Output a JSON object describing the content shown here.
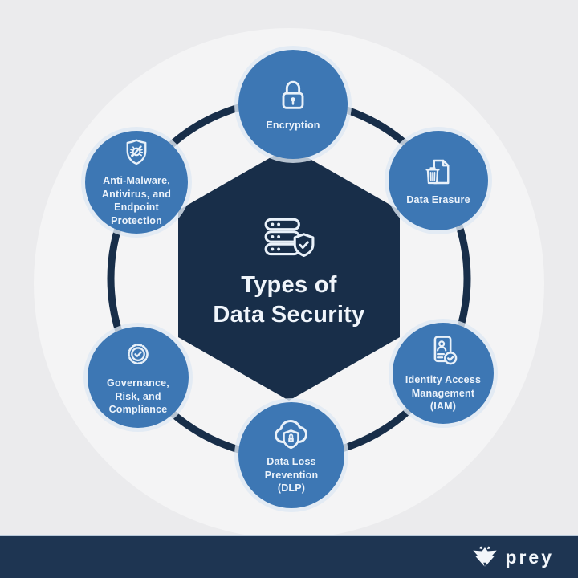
{
  "title": {
    "line1": "Types of",
    "line2": "Data Security"
  },
  "center_icon": "database-shield-icon",
  "nodes": [
    {
      "id": "encryption",
      "label": "Encryption",
      "icon": "padlock-icon"
    },
    {
      "id": "data-erasure",
      "label": "Data Erasure",
      "icon": "file-trash-icon"
    },
    {
      "id": "identity-access-management",
      "label": "Identity Access\nManagement\n(IAM)",
      "icon": "id-card-check-icon"
    },
    {
      "id": "data-loss-prevention",
      "label": "Data Loss\nPrevention\n(DLP)",
      "icon": "cloud-lock-shield-icon"
    },
    {
      "id": "governance-risk-compliance",
      "label": "Governance,\nRisk, and\nCompliance",
      "icon": "ribbon-check-icon"
    },
    {
      "id": "anti-malware",
      "label": "Anti-Malware,\nAntivirus, and\nEndpoint\nProtection",
      "icon": "shield-bug-icon"
    }
  ],
  "footer": {
    "brand": "prey",
    "logo_icon": "prey-bird-logo"
  },
  "colors": {
    "background": "#ebebed",
    "backdrop_circle": "#f4f4f5",
    "node_blue": "#3d77b4",
    "node_halo": "#dee9f4",
    "navy": "#182e49",
    "footer_navy": "#1e3552",
    "icon_stroke": "#e9f1f9",
    "text_light": "#ecf3fb"
  }
}
